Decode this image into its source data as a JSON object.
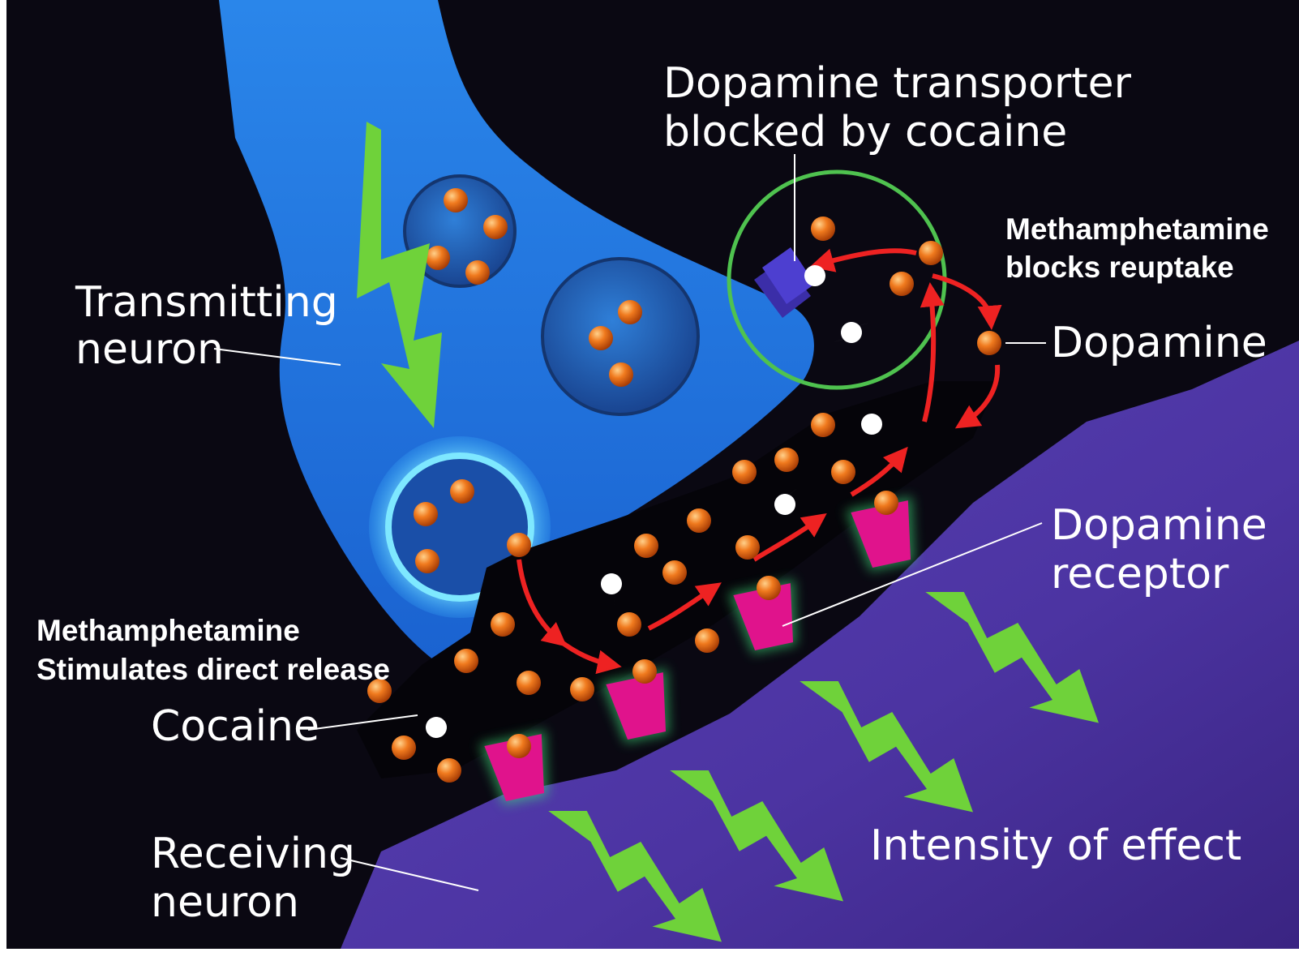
{
  "colors": {
    "background": "#0a0812",
    "transmitting_neuron": "#1f6bd8",
    "receiving_neuron": "#5a3fb0",
    "dopamine": "#f07a1e",
    "cocaine": "#ffffff",
    "transporter": "#3b2ea8",
    "receptor": "#e0138c",
    "receptor_glow": "#3fe07a",
    "signal_arrow": "#6fd23a",
    "flow_arrow": "#ee2222",
    "highlight_ring": "#4fc24f",
    "label_text": "#ffffff"
  },
  "labels": {
    "transporter_line1": "Dopamine transporter",
    "transporter_line2": "blocked by cocaine",
    "meth_reuptake_line1": "Methamphetamine",
    "meth_reuptake_line2": "blocks reuptake",
    "transmitting_line1": "Transmitting",
    "transmitting_line2": "neuron",
    "dopamine": "Dopamine",
    "receptor_line1": "Dopamine",
    "receptor_line2": "receptor",
    "meth_release_line1": "Methamphetamine",
    "meth_release_line2": "Stimulates direct release",
    "cocaine": "Cocaine",
    "intensity": "Intensity of effect",
    "receiving_line1": "Receiving",
    "receiving_line2": "neuron"
  }
}
